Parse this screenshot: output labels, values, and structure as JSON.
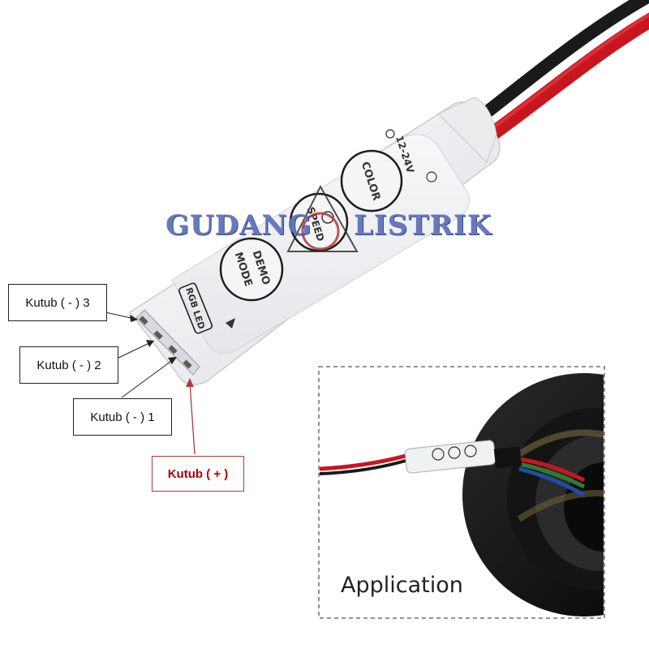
{
  "controller": {
    "voltage_label": "12-24V",
    "buttons": [
      "COLOR",
      "SPEED",
      "MODE",
      "DEMO"
    ],
    "rgb_label": "RGB LED"
  },
  "watermark": {
    "left": "GUDANG",
    "right": "LISTRIK"
  },
  "callouts": {
    "neg3": "Kutub ( - ) 3",
    "neg2": "Kutub ( - ) 2",
    "neg1": "Kutub ( - ) 1",
    "pos": "Kutub ( + )"
  },
  "inset": {
    "label": "Application"
  },
  "colors": {
    "wire_red": "#c8161e",
    "wire_black": "#1a1a1a",
    "controller_body": "#f2f3f5",
    "watermark": "#5b6fb8",
    "callout_positive": "#b00000"
  }
}
